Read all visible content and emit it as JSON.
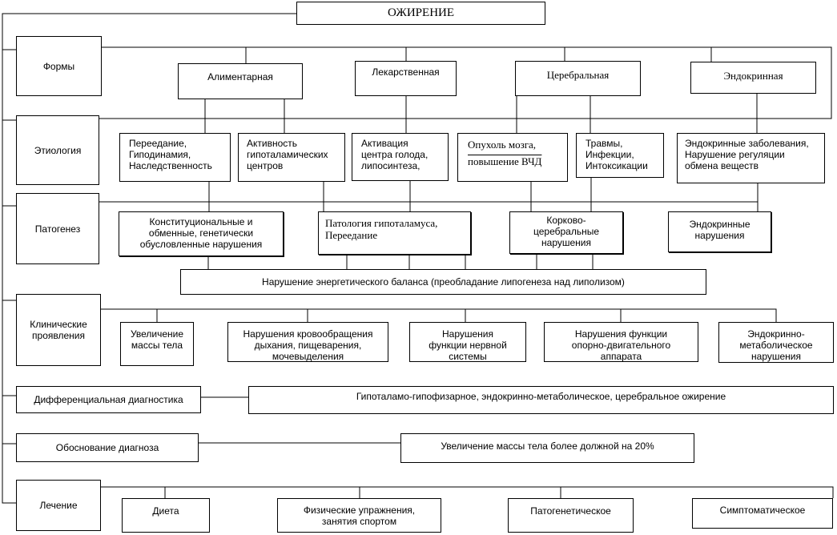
{
  "title": "ОЖИРЕНИЕ",
  "rows": {
    "forms": "Формы",
    "etiology": "Этиология",
    "pathogenesis": "Патогенез",
    "clinical": "Клинические\nпроявления",
    "differential": "Дифференциальная диагностика",
    "justification": "Обоснование диагноза",
    "treatment": "Лечение"
  },
  "forms": {
    "alimentary": "Алиментарная",
    "drug": "Лекарственная",
    "cerebral": "Церебральная",
    "endocrine": "Эндокринная"
  },
  "etiology": {
    "overeating": "Переедание,\nГиподинамия,\nНаследственность",
    "hypothalamic": "Активность\nгипоталамических\nцентров",
    "hunger_center": "Активация\nцентра голода,\nлипосинтеза,",
    "tumor_line1": "Опухоль    мозга,",
    "tumor_line2": "повышение ВЧД",
    "trauma": "Травмы,\nИнфекции,\nИнтоксикации",
    "endocrine": "Эндокринные заболевания,\nНарушение регуляции\nобмена веществ"
  },
  "pathogenesis": {
    "constitutional": "Конституциональные  и\nобменные, генетически\nобусловленные нарушения",
    "hypothalamus": "Патология гипоталамуса,\nПереедание",
    "cortical": "Корково-\nцеребральные\nнарушения",
    "endocrine": "Эндокринные\nнарушения",
    "energy_balance": "Нарушение энергетического баланса (преобладание липогенеза над липолизом)"
  },
  "clinical": {
    "weight": "Увеличение\nмассы тела",
    "circulation": "Нарушения кровообращения\nдыхания, пищеварения,\nмочевыделения",
    "nervous": "Нарушения\nфункции нервной\nсистемы",
    "musculoskeletal": "Нарушения функции\nопорно-двигательного\nаппарата",
    "metabolic": "Эндокринно-\nметаболическое\nнарушения"
  },
  "differential_text": "Гипоталамо-гипофизарное, эндокринно-метаболическое, церебральное ожирение",
  "justification_text": "Увеличение массы тела более должной на 20%",
  "treatment": {
    "diet": "Диета",
    "exercise": "Физические упражнения,\nзанятия спортом",
    "pathogenetic": "Патогенетическое",
    "symptomatic": "Симптоматическое"
  }
}
